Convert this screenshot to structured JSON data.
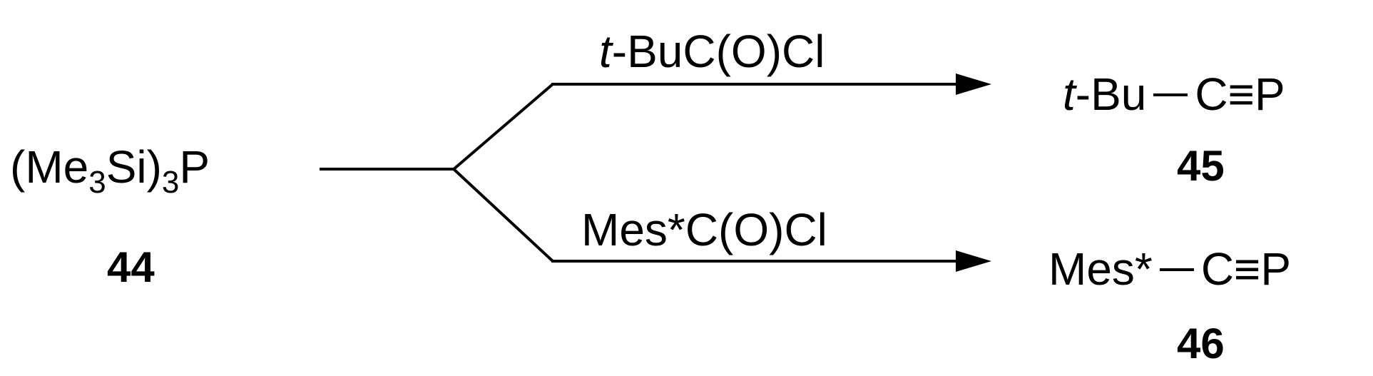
{
  "reactant": {
    "formula_parts": [
      "(Me",
      "3",
      "Si)",
      "3",
      "P"
    ],
    "number": "44"
  },
  "top_branch": {
    "reagent_prefix": "t",
    "reagent_rest": "-BuC(O)Cl",
    "product_prefix": "t",
    "product_group": "-Bu",
    "product_tail": "C≡P",
    "product_number": "45"
  },
  "bottom_branch": {
    "reagent": "Mes*C(O)Cl",
    "product_group": "Mes*",
    "product_tail": "C≡P",
    "product_number": "46"
  }
}
